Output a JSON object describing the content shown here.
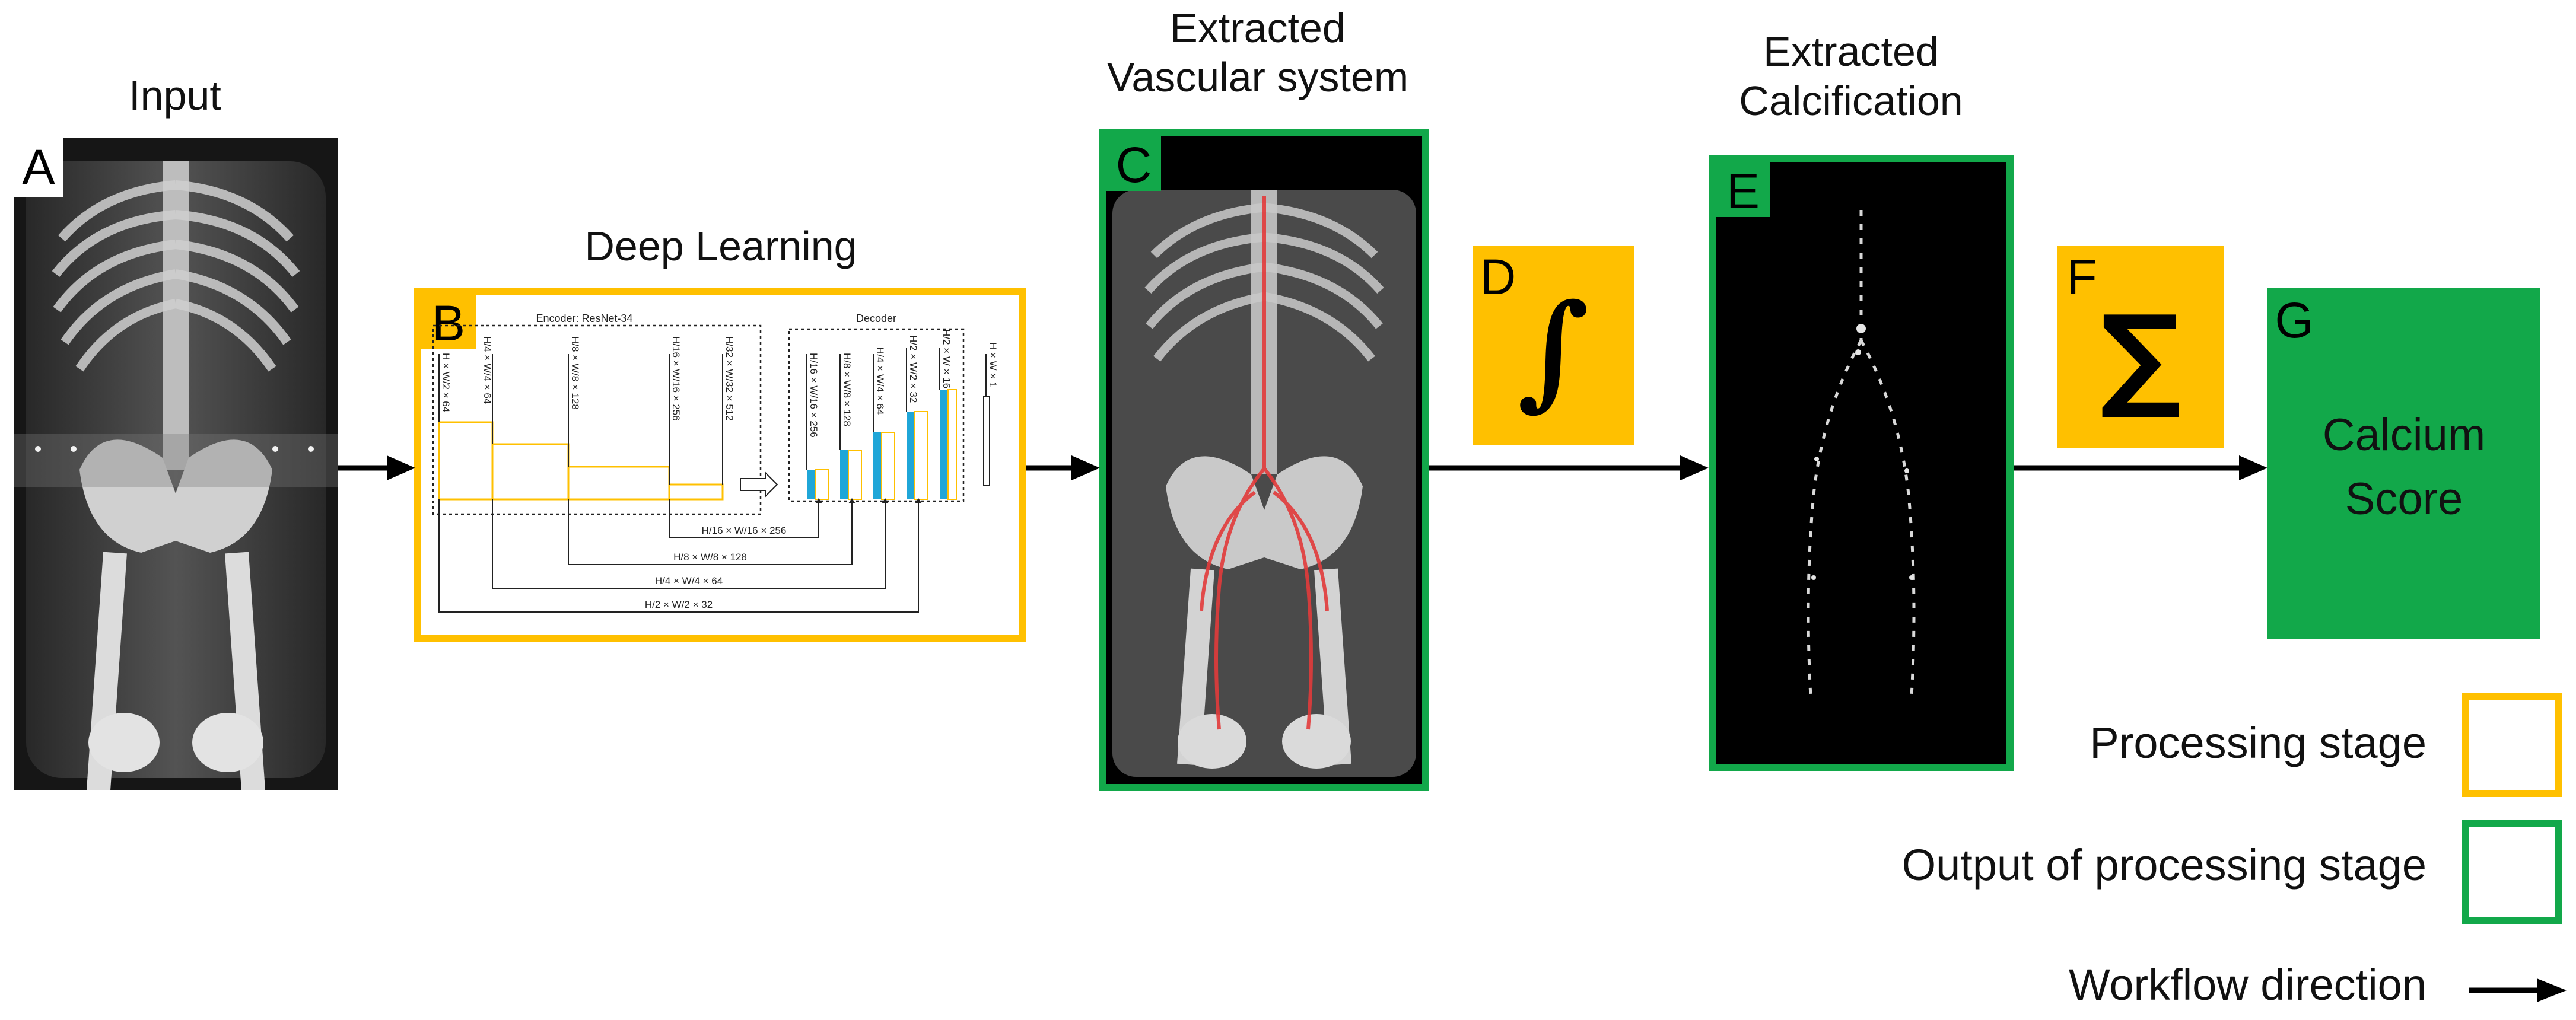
{
  "colors": {
    "processing": "#FFC000",
    "output": "#12A84A",
    "arrow": "#000000"
  },
  "titles": {
    "input": "Input",
    "deep_learning": "Deep Learning",
    "vascular": [
      "Extracted",
      "Vascular system"
    ],
    "calcification": [
      "Extracted",
      "Calcification"
    ]
  },
  "panels": {
    "a": "A",
    "b": "B",
    "c": "C",
    "d": "D",
    "e": "E",
    "f": "F",
    "g": "G"
  },
  "icons": {
    "d": "integral-icon",
    "f": "sigma-icon",
    "integral_glyph": "∫",
    "sigma_glyph": "∑"
  },
  "calcium_score": [
    "Calcium",
    "Score"
  ],
  "network": {
    "encoder_label": "Encoder: ResNet-34",
    "decoder_label": "Decoder",
    "encoder_dims": [
      "H × W/2 × 64",
      "H/4 × W/4 × 64",
      "H/8 × W/8 × 128",
      "H/16 × W/16 × 256",
      "H/32 × W/32 × 512"
    ],
    "decoder_dims": [
      "H/16 × W/16 × 256",
      "H/8 × W/8 × 128",
      "H/4 × W/4 × 64",
      "H/2 × W/2 × 32",
      "H/2 × W × 16",
      "H × W × 1"
    ],
    "skip_labels": [
      "H/16 × W/16 × 256",
      "H/8 × W/8 × 128",
      "H/4 × W/4 × 64",
      "H/2 × W/2 × 32"
    ]
  },
  "legend": {
    "processing": "Processing stage",
    "output": "Output of processing stage",
    "workflow": "Workflow direction"
  }
}
